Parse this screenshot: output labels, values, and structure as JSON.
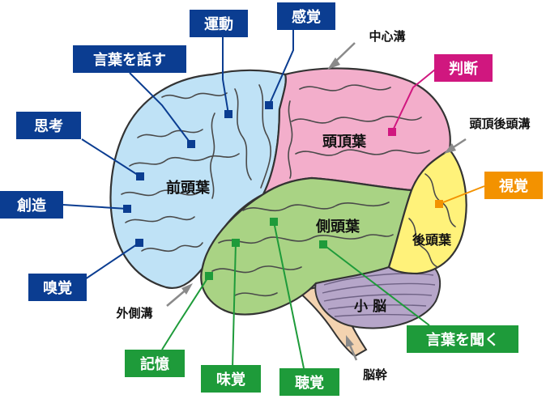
{
  "colors": {
    "frontal": "#bfe2f6",
    "parietal": "#f3aecb",
    "temporal": "#a9d384",
    "occipital": "#fff27a",
    "cerebellum": "#b6a6c9",
    "brainstem": "#f3d3b0",
    "navy_box": "#0b3d91",
    "green_box": "#1e9b3a",
    "magenta_box": "#d0177f",
    "orange_box": "#f39200",
    "pointer_gray": "#8a8a8a"
  },
  "lobes": {
    "frontal": "前頭葉",
    "parietal": "頭頂葉",
    "temporal": "側頭葉",
    "occipital": "後頭葉",
    "cerebellum": "小 脳"
  },
  "functions": {
    "motor": "運動",
    "sensation": "感覚",
    "speech": "言葉を話す",
    "thinking": "思考",
    "creativity": "創造",
    "smell": "嗅覚",
    "judgment": "判断",
    "vision": "視覚",
    "memory": "記憶",
    "taste": "味覚",
    "hearing": "聴覚",
    "listening": "言葉を聞く"
  },
  "structures": {
    "central_sulcus": "中心溝",
    "parieto_occipital_sulcus": "頭頂後頭溝",
    "lateral_sulcus": "外側溝",
    "brainstem": "脳幹"
  }
}
